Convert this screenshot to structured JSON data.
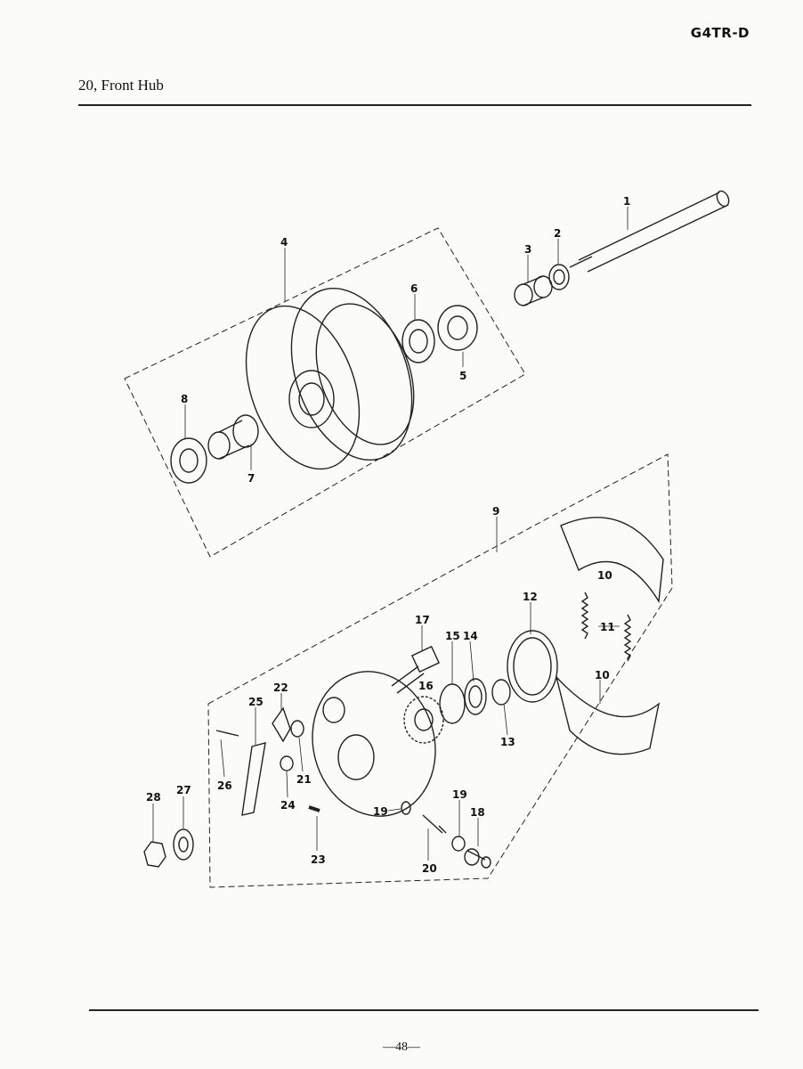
{
  "header": {
    "model": "G4TR-D",
    "section_title": "20, Front Hub"
  },
  "footer": {
    "page_number": "—48—"
  },
  "callouts": [
    {
      "key": "1",
      "text": "1"
    },
    {
      "key": "2",
      "text": "2"
    },
    {
      "key": "3",
      "text": "3"
    },
    {
      "key": "4",
      "text": "4"
    },
    {
      "key": "5",
      "text": "5"
    },
    {
      "key": "6",
      "text": "6"
    },
    {
      "key": "7",
      "text": "7"
    },
    {
      "key": "8",
      "text": "8"
    },
    {
      "key": "9",
      "text": "9"
    },
    {
      "key": "10a",
      "text": "10"
    },
    {
      "key": "10b",
      "text": "10"
    },
    {
      "key": "11",
      "text": "11"
    },
    {
      "key": "12",
      "text": "12"
    },
    {
      "key": "13",
      "text": "13"
    },
    {
      "key": "14",
      "text": "14"
    },
    {
      "key": "15",
      "text": "15"
    },
    {
      "key": "16",
      "text": "16"
    },
    {
      "key": "17",
      "text": "17"
    },
    {
      "key": "18",
      "text": "18"
    },
    {
      "key": "19a",
      "text": "19"
    },
    {
      "key": "19b",
      "text": "19"
    },
    {
      "key": "20",
      "text": "20"
    },
    {
      "key": "21",
      "text": "21"
    },
    {
      "key": "22",
      "text": "22"
    },
    {
      "key": "23",
      "text": "23"
    },
    {
      "key": "24",
      "text": "24"
    },
    {
      "key": "25",
      "text": "25"
    },
    {
      "key": "26",
      "text": "26"
    },
    {
      "key": "27",
      "text": "27"
    },
    {
      "key": "28",
      "text": "28"
    }
  ]
}
